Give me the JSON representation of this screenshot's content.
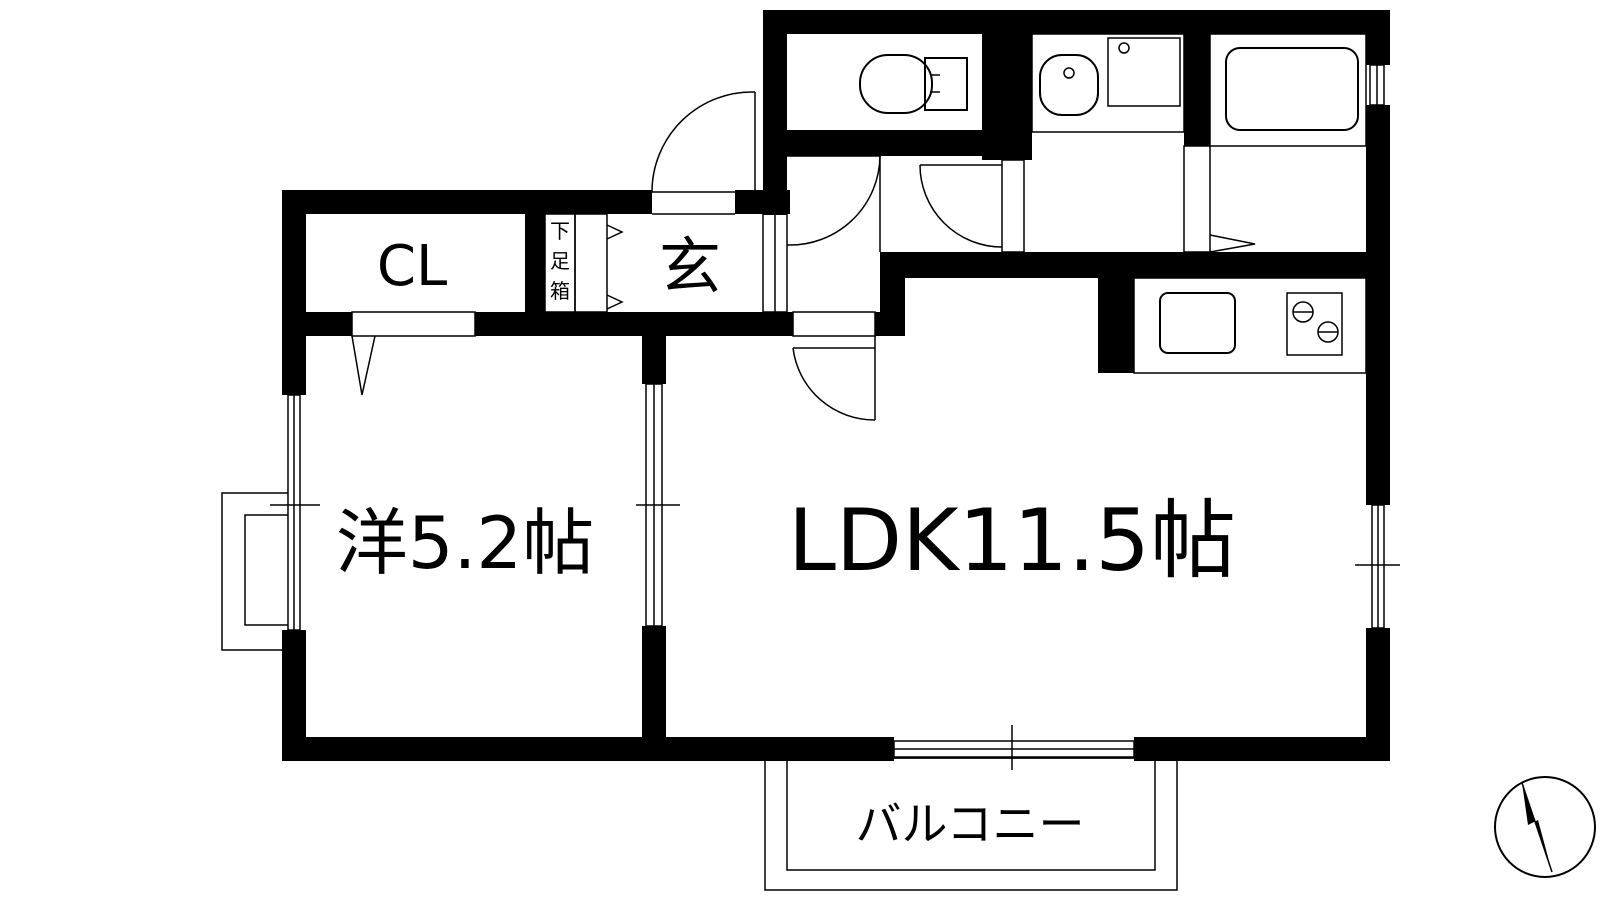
{
  "labels": {
    "closet": "CL",
    "shoe_box": "下足箱",
    "entrance": "玄",
    "western_room": "洋5.2帖",
    "ldk": "LDK11.5帖",
    "balcony": "バルコニー"
  },
  "colors": {
    "wall": "#000000",
    "background": "#ffffff"
  },
  "icons": {
    "compass": "north-arrow-icon",
    "toilet": "toilet-icon",
    "sink": "washbasin-icon",
    "bathtub": "bathtub-icon",
    "kitchen_sink": "kitchen-sink-icon",
    "stove": "gas-stove-icon"
  }
}
